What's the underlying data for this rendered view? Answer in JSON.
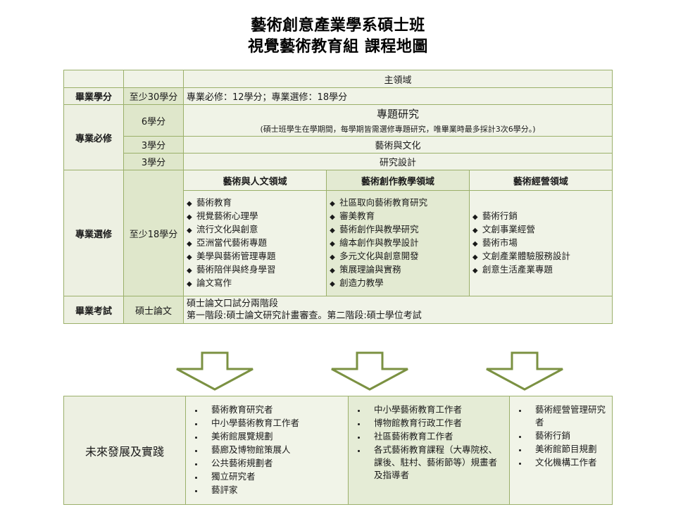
{
  "title": {
    "line1": "藝術創意產業學系碩士班",
    "line2": "視覺藝術教育組  課程地圖"
  },
  "colors": {
    "border": "#9bb06a",
    "arrow_stroke": "#7b9142",
    "tint_label": "#edf0e2",
    "tint_credit": "#dfe7cb",
    "tint_content": "#f0f3e7",
    "tint_alt": "#e3ead2"
  },
  "curriculum": {
    "main_domain_header": "主領域",
    "rows": {
      "graduation_credits": {
        "label": "畢業學分",
        "credits": "至少30學分",
        "content": "專業必修：12學分；專業選修：18學分"
      },
      "required": {
        "label": "專業必修",
        "items": [
          {
            "credits": "6學分",
            "course": "專題研究",
            "note": "(碩士班學生在學期間，每學期皆需選修專題研究，唯畢業時最多採計3次6學分。)"
          },
          {
            "credits": "3學分",
            "course": "藝術與文化",
            "note": ""
          },
          {
            "credits": "3學分",
            "course": "研究設計",
            "note": ""
          }
        ]
      },
      "elective": {
        "label": "專業選修",
        "credits": "至少18學分",
        "areas": [
          {
            "header": "藝術與人文領域",
            "courses": [
              "藝術教育",
              "視覺藝術心理學",
              "流行文化與創意",
              "亞洲當代藝術專題",
              "美學與藝術管理專題",
              "藝術陪伴與終身學習",
              "論文寫作"
            ]
          },
          {
            "header": "藝術創作教學領域",
            "courses": [
              "社區取向藝術教育研究",
              "審美教育",
              "藝術創作與教學研究",
              "繪本創作與教學設計",
              "多元文化與創意開發",
              "策展理論與實務",
              "創造力教學"
            ]
          },
          {
            "header": "藝術經營領域",
            "courses": [
              "藝術行銷",
              "文創事業經營",
              "藝術市場",
              "文創產業體驗服務設計",
              "創意生活產業專題"
            ]
          }
        ],
        "bullet": "◆"
      },
      "exam": {
        "label": "畢業考試",
        "type": "碩士論文",
        "line1": "碩士論文口試分兩階段",
        "line2": "第一階段:碩士論文研究計畫審查。第二階段:碩士學位考試"
      }
    }
  },
  "arrows": {
    "count": 3,
    "name": "down-arrow"
  },
  "outcomes": {
    "label": "未來發展及實踐",
    "columns": [
      {
        "items": [
          "藝術教育研究者",
          "中小學藝術教育工作者",
          "美術館展覽規劃",
          "藝廊及博物館策展人",
          "公共藝術規劃者",
          "獨立研究者",
          "藝評家"
        ]
      },
      {
        "items": [
          "中小學藝術教育工作者",
          "博物館教育行政工作者",
          "社區藝術教育工作者",
          "各式藝術教育課程（大專院校、課後、駐村、藝術節等）規畫者及指導者"
        ]
      },
      {
        "items": [
          "藝術經營管理研究者",
          "藝術行銷",
          "美術館節目規劃",
          "文化機構工作者"
        ]
      }
    ]
  }
}
